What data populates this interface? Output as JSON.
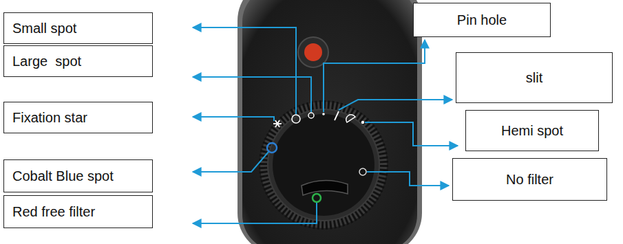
{
  "diagram": {
    "nodes": [
      {
        "text": [
          "Small spot"
        ]
      },
      {
        "text": [
          "Large  spot"
        ]
      },
      {
        "text": [
          "Fixation star"
        ]
      },
      {
        "text": [
          "Cobalt Blue spot"
        ]
      },
      {
        "text": [
          "Red free filter"
        ]
      },
      {
        "text": [
          "Pin hole"
        ]
      },
      {
        "text": [
          "slit"
        ]
      },
      {
        "text": [
          "Hemi spot"
        ]
      },
      {
        "text": [
          "No filter"
        ]
      }
    ]
  }
}
